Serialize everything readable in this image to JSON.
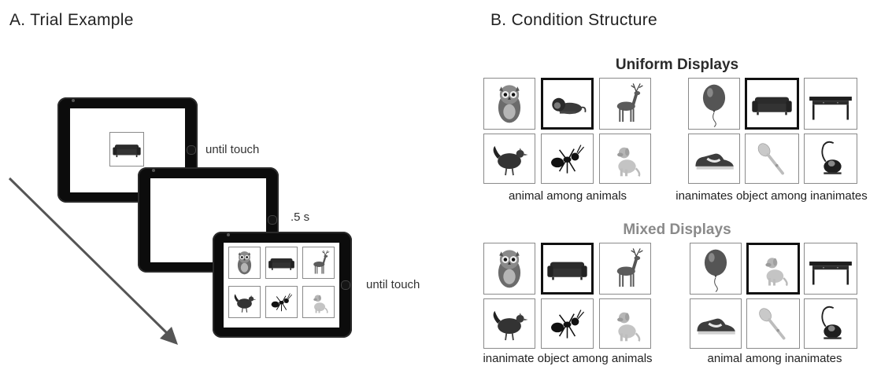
{
  "panel_a": {
    "title": "A. Trial Example",
    "timings": [
      "until touch",
      ".5 s",
      "until touch"
    ]
  },
  "panel_b": {
    "title": "B. Condition Structure",
    "uniform": {
      "heading": "Uniform Displays",
      "heading_color": "#2b2b2b",
      "left_caption": "animal among animals",
      "right_caption": "inanimates object among inanimates"
    },
    "mixed": {
      "heading": "Mixed Displays",
      "heading_color": "#8a8a8a",
      "left_caption": "inanimate object among animals",
      "right_caption": "animal among inanimates"
    }
  },
  "items": {
    "owl": "owl-icon",
    "lion": "lion-icon",
    "deer": "deer-icon",
    "hen": "hen-icon",
    "ant": "ant-icon",
    "dog": "dog-icon",
    "balloon": "balloon-icon",
    "sofa": "sofa-icon",
    "desk": "desk-icon",
    "shoe": "shoe-icon",
    "spoon": "spoon-icon",
    "vacuum": "vacuum-icon"
  }
}
